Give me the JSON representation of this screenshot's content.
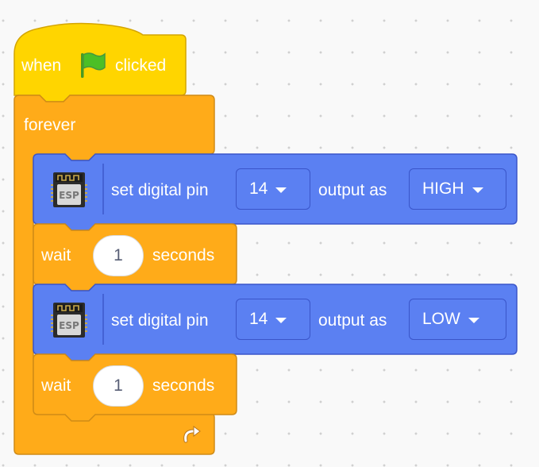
{
  "hat": {
    "word1": "when",
    "flag_icon": "green-flag-icon",
    "word2": "clicked",
    "color": "#ffd500"
  },
  "forever": {
    "label": "forever",
    "loop_icon": "loop-arrow-icon",
    "color": "#ffab19"
  },
  "set_high": {
    "label1": "set digital pin",
    "pin": "14",
    "label2": "output as",
    "value": "HIGH",
    "icon": "esp-module-icon",
    "color": "#5b80f2"
  },
  "wait1": {
    "label1": "wait",
    "seconds": "1",
    "label2": "seconds"
  },
  "set_low": {
    "label1": "set digital pin",
    "pin": "14",
    "label2": "output as",
    "value": "LOW",
    "icon": "esp-module-icon",
    "color": "#5b80f2"
  },
  "wait2": {
    "label1": "wait",
    "seconds": "1",
    "label2": "seconds"
  }
}
